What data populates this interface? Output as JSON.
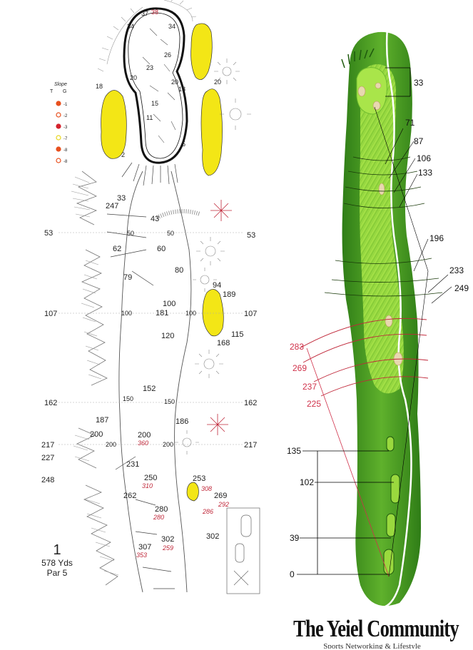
{
  "hole": {
    "number": "1",
    "yards": "578 Yds",
    "par": "Par 5"
  },
  "slope_legend": {
    "title": "Slope",
    "header_t": "T",
    "header_g": "G",
    "items": [
      {
        "label": "-1",
        "color": "#e8501e"
      },
      {
        "label": "-2",
        "color": "#e8501e"
      },
      {
        "label": "-3",
        "color": "#d4232d"
      },
      {
        "label": "-7",
        "color": "#e8d61e"
      },
      {
        "label": "-8",
        "color": "#e8501e"
      },
      {
        "label": "-8",
        "color": "#e8501e"
      }
    ]
  },
  "green_numbers": [
    "37",
    "38",
    "34",
    "34",
    "26",
    "23",
    "20",
    "20",
    "18",
    "18",
    "15",
    "11",
    "5",
    "2"
  ],
  "green_red_number": "38",
  "left_margin_yardages": [
    "53",
    "107",
    "162",
    "217",
    "227",
    "248"
  ],
  "right_margin_yardages": [
    "53",
    "107",
    "162",
    "217"
  ],
  "fairway_markers": [
    "50",
    "50",
    "100",
    "100",
    "150",
    "150",
    "200",
    "200"
  ],
  "left_map_numbers": {
    "n33": "33",
    "n247": "247",
    "n43": "43",
    "n62": "62",
    "n60": "60",
    "n79": "79",
    "n80": "80",
    "n94": "94",
    "n189": "189",
    "n100": "100",
    "n181": "181",
    "n120": "120",
    "n115": "115",
    "n168": "168",
    "n152": "152",
    "n187": "187",
    "n186": "186",
    "n200a": "200",
    "n200b": "200",
    "n360": "360",
    "n231": "231",
    "n250": "250",
    "n310": "310",
    "n262": "262",
    "n253": "253",
    "n308": "308",
    "n269": "269",
    "n292": "292",
    "n286": "286",
    "n280": "280",
    "n280r": "280",
    "n302a": "302",
    "n259": "259",
    "n302b": "302",
    "n307": "307",
    "n353": "353",
    "n18": "18",
    "n20": "20"
  },
  "right_map_numbers": {
    "depth": "33",
    "fan": [
      "71",
      "87",
      "106",
      "133",
      "196",
      "233",
      "249"
    ],
    "red": [
      "283",
      "269",
      "237",
      "225"
    ],
    "tee": [
      "135",
      "102",
      "39",
      "0"
    ]
  },
  "brand": {
    "title": "The Yeiel Community",
    "subtitle": "Sports Networking & Lifestyle"
  },
  "colors": {
    "bunker": "#f3e616",
    "fairway": "#8fd63a",
    "rough": "#4a9a22",
    "water": "#ffffff",
    "pink_line": "#d0314a"
  }
}
